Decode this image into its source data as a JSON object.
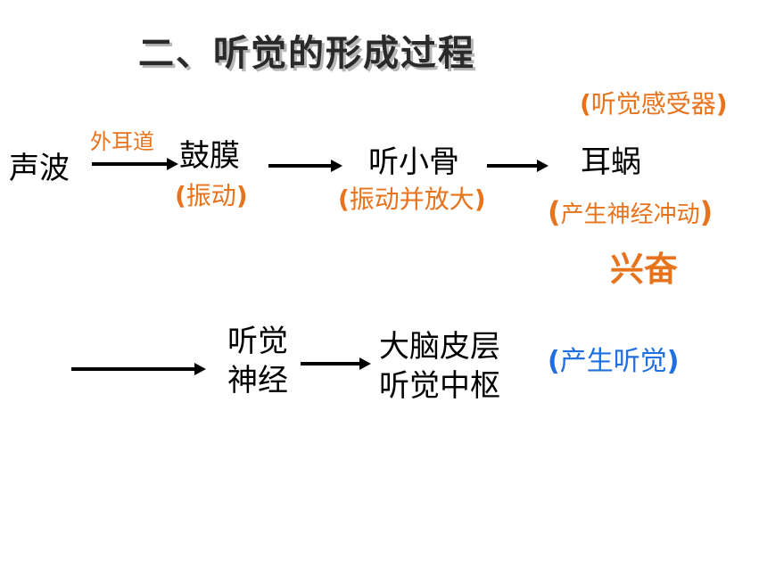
{
  "title": "二、听觉的形成过程",
  "row1": {
    "sound_wave": "声波",
    "ear_canal": "外耳道",
    "eardrum": "鼓膜",
    "eardrum_note_open": "(",
    "eardrum_note": "振动",
    "eardrum_note_close": ")",
    "ossicles": "听小骨",
    "ossicles_note_open": "(",
    "ossicles_note": "振动并放大",
    "ossicles_note_close": ")",
    "cochlea": "耳蜗",
    "cochlea_top_open": "(",
    "cochlea_top": "听觉感受器",
    "cochlea_top_close": ")",
    "cochlea_bottom_open": "(",
    "cochlea_bottom": "产生神经冲动",
    "cochlea_bottom_close": ")",
    "excitation": "兴奋"
  },
  "row2": {
    "nerve_line1": "听觉",
    "nerve_line2": "神经",
    "cortex_line1": "大脑皮层",
    "cortex_line2": "听觉中枢",
    "result_open": "(",
    "result": "产生听觉",
    "result_close": ")"
  },
  "colors": {
    "orange": "#e8731d",
    "blue": "#1f6fe0",
    "black": "#000000"
  }
}
